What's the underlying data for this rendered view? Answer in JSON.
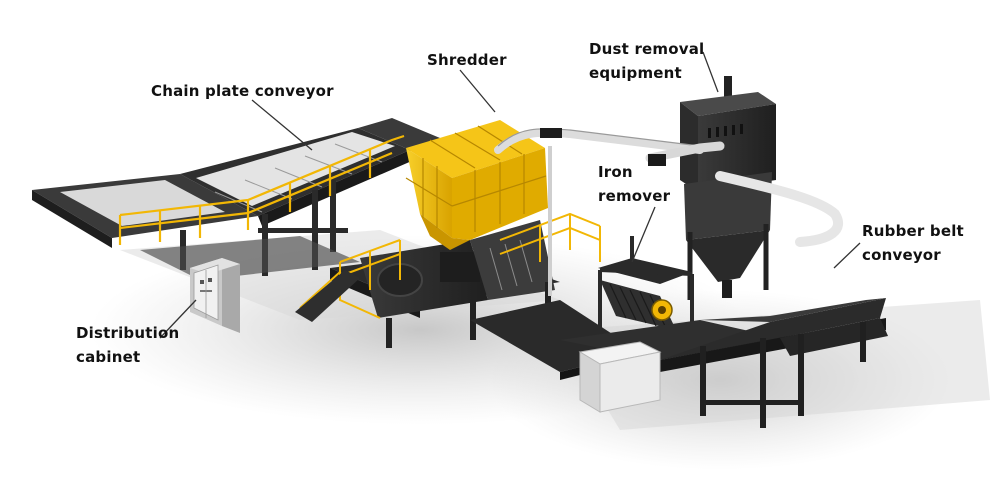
{
  "labels": {
    "chain_plate_conveyor": "Chain plate conveyor",
    "shredder": "Shredder",
    "dust_removal_line1": "Dust removal",
    "dust_removal_line2": "equipment",
    "iron_remover_line1": "Iron",
    "iron_remover_line2": "remover",
    "rubber_belt_line1": "Rubber belt",
    "rubber_belt_line2": "conveyor",
    "distribution_line1": "Distribution",
    "distribution_line2": "cabinet"
  },
  "colors": {
    "steel_dark": "#2b2b2b",
    "steel_mid": "#3d3d3d",
    "safety_yellow": "#f2b705",
    "shredder_yellow": "#f5c518",
    "cabinet_white": "#ececec",
    "leader_line": "#333333"
  }
}
